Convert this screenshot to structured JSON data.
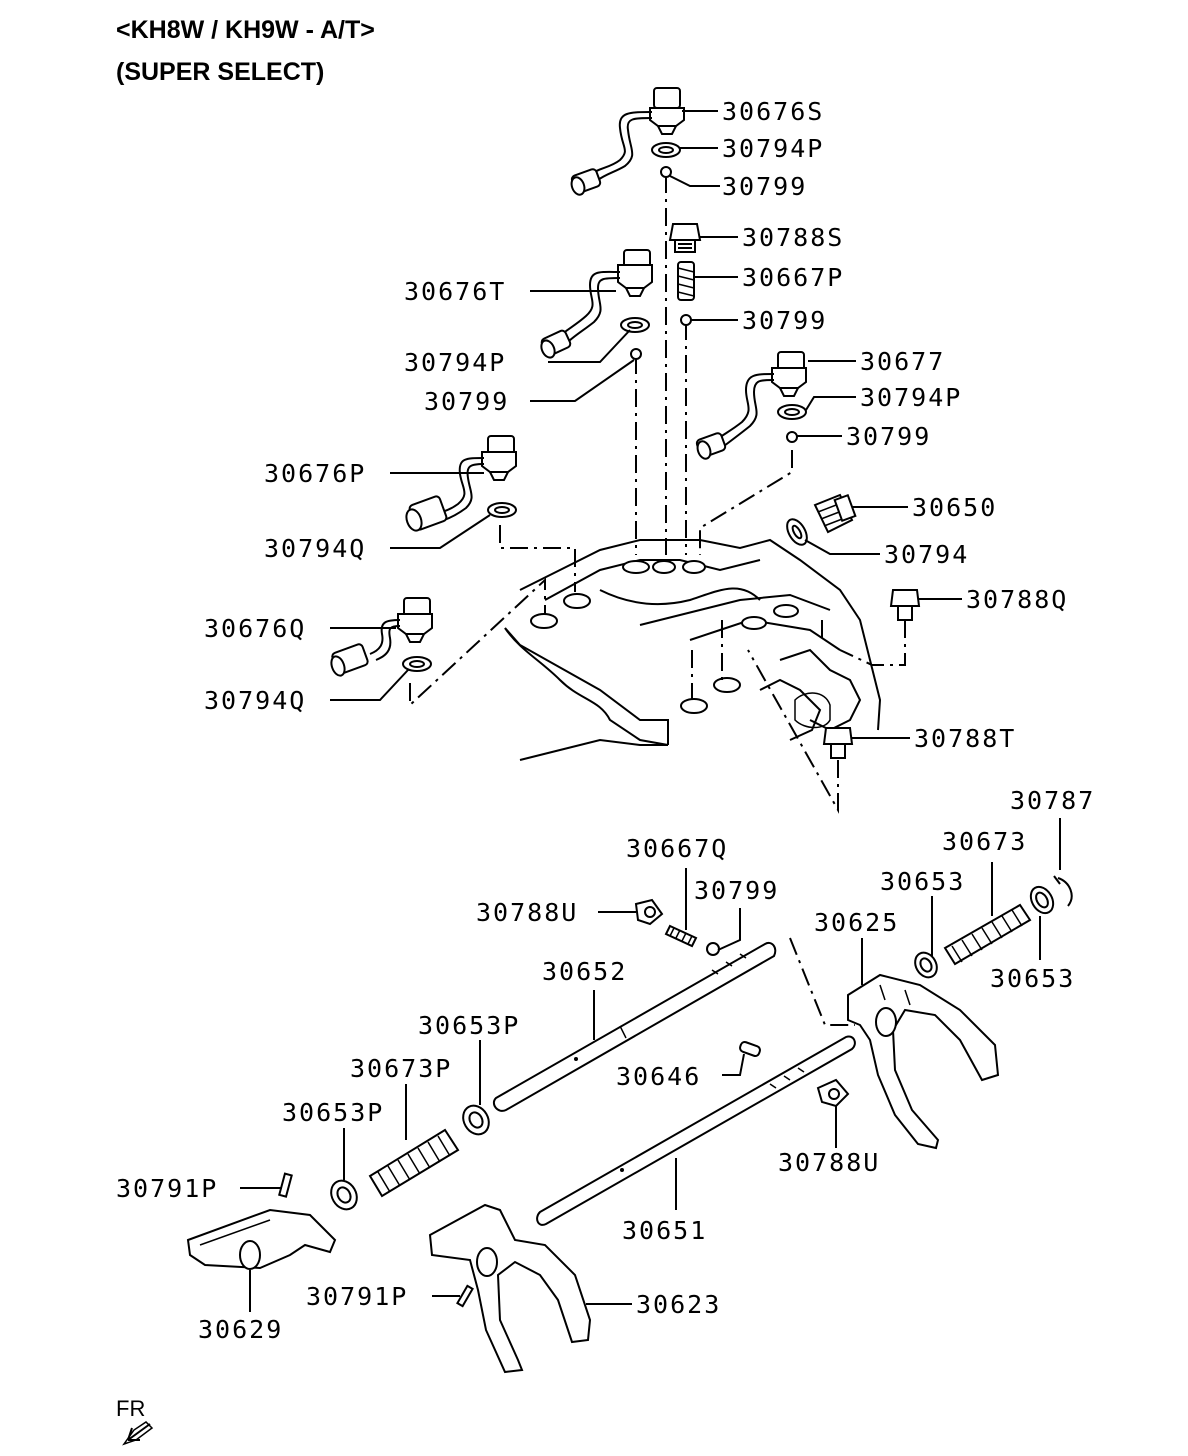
{
  "header": {
    "title": "<KH8W / KH9W - A/T>",
    "subtitle": "(SUPER SELECT)"
  },
  "orientation": {
    "label": "FR"
  },
  "labels": {
    "l_30676S": "30676S",
    "l_30794P_a": "30794P",
    "l_30799_a": "30799",
    "l_30788S": "30788S",
    "l_30667P": "30667P",
    "l_30799_b": "30799",
    "l_30676T": "30676T",
    "l_30794P_b": "30794P",
    "l_30799_c": "30799",
    "l_30677": "30677",
    "l_30794P_c": "30794P",
    "l_30799_d": "30799",
    "l_30676P": "30676P",
    "l_30794Q_a": "30794Q",
    "l_30650": "30650",
    "l_30794": "30794",
    "l_30788Q": "30788Q",
    "l_30676Q": "30676Q",
    "l_30794Q_b": "30794Q",
    "l_30788T": "30788T",
    "l_30787": "30787",
    "l_30667Q": "30667Q",
    "l_30673": "30673",
    "l_30653_a": "30653",
    "l_30799_e": "30799",
    "l_30788U_a": "30788U",
    "l_30625": "30625",
    "l_30652": "30652",
    "l_30653_b": "30653",
    "l_30653P_a": "30653P",
    "l_30673P": "30673P",
    "l_30646": "30646",
    "l_30653P_b": "30653P",
    "l_30788U_b": "30788U",
    "l_30791P_a": "30791P",
    "l_30651": "30651",
    "l_30791P_b": "30791P",
    "l_30623": "30623",
    "l_30629": "30629"
  }
}
